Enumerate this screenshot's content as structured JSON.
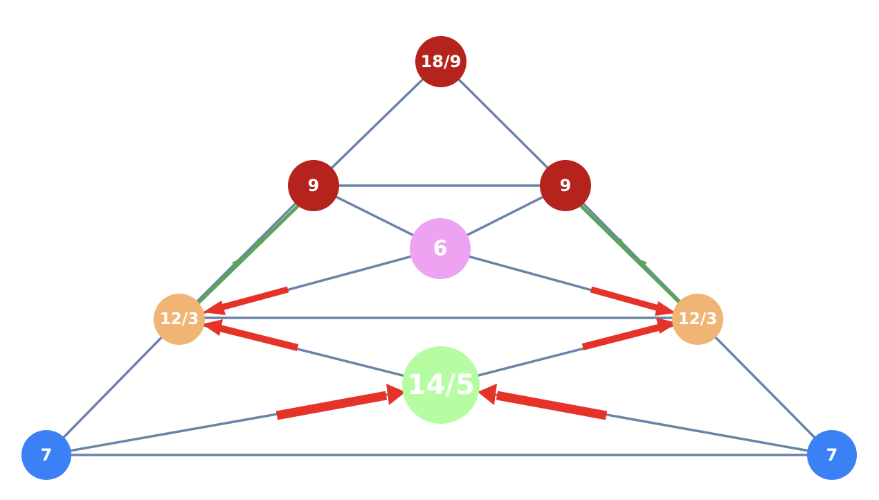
{
  "colors": {
    "edge": "#6a84a8",
    "red_arrow": "#e5332a",
    "green_arrow": "#5aa55a",
    "node_dark_red": "#b5231d",
    "node_pink": "#eea2f2",
    "node_orange": "#f0b574",
    "node_green": "#b6fca2",
    "node_blue": "#3b80f4"
  },
  "nodes": {
    "top": "18/9",
    "upper_left": "9",
    "upper_right": "9",
    "center": "6",
    "mid_left": "12/3",
    "mid_right": "12/3",
    "lower_center": "14/5",
    "bottom_left": "7",
    "bottom_right": "7"
  }
}
